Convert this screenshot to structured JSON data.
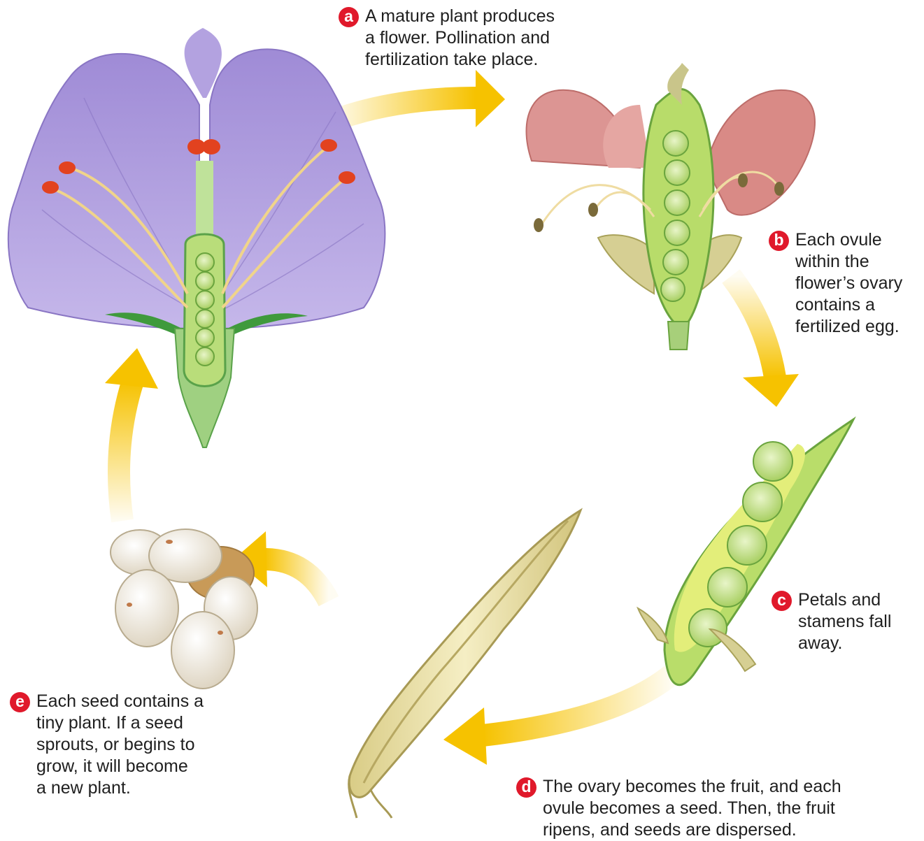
{
  "steps": [
    {
      "letter": "a",
      "text": "A mature plant produces\na flower. Pollination and\nfertilization take place."
    },
    {
      "letter": "b",
      "text": "Each ovule\nwithin the\nflower’s ovary\ncontains a\nfertilized egg."
    },
    {
      "letter": "c",
      "text": "Petals and\nstamens fall\naway."
    },
    {
      "letter": "d",
      "text": "The ovary becomes the fruit, and each\novule becomes a seed. Then, the fruit\nripens, and seeds are dispersed."
    },
    {
      "letter": "e",
      "text": "Each seed contains a\ntiny plant. If a seed\nsprouts, or begins to\ngrow, it will become\na new plant."
    }
  ],
  "colors": {
    "badge": "#e0192b",
    "arrow": "#f6c200",
    "petal_purple": "#a48fd6",
    "petal_pink": "#d98a86",
    "ovary_green": "#b5d86a",
    "pod_tan": "#ece2a8",
    "seed_white": "#f4efe4"
  }
}
